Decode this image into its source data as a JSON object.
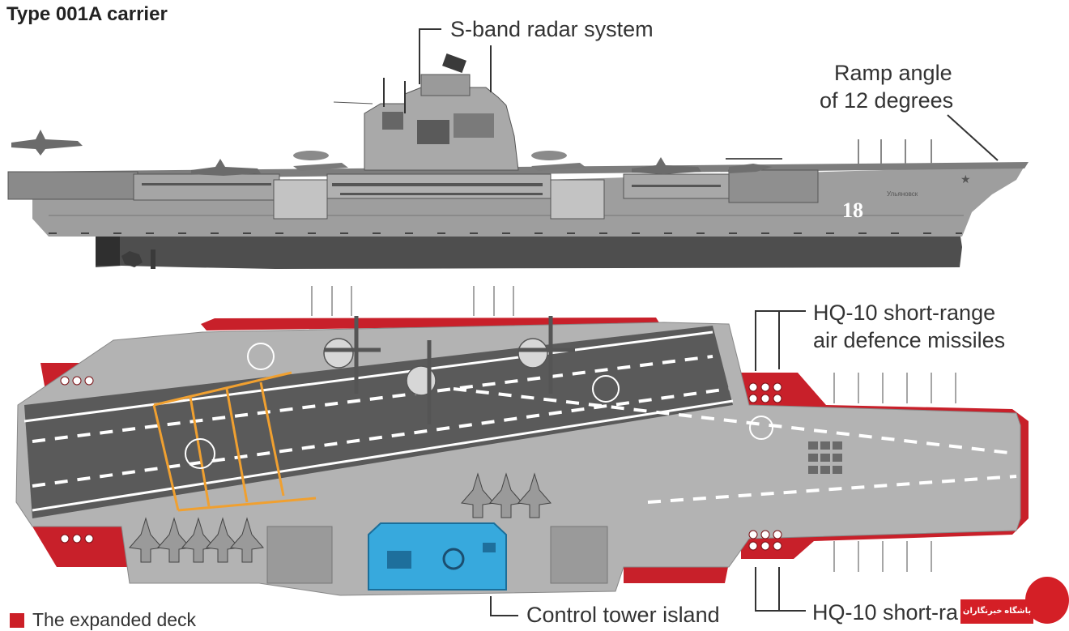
{
  "title": "Type 001A carrier",
  "labels": {
    "radar": "S-band radar system",
    "ramp_line1": "Ramp angle",
    "ramp_line2": "of 12 degrees",
    "hq10_top_line1": "HQ-10 short-range",
    "hq10_top_line2": "air defence missiles",
    "control_tower": "Control tower island",
    "hq10_bottom": "HQ-10 short-ra"
  },
  "hull_number": "18",
  "ship_name": "Ульяновск",
  "legend": {
    "label": "The expanded deck",
    "color": "#cc1f27"
  },
  "watermark": {
    "text": "باشگاه خبرنگاران",
    "color": "#d41f26"
  },
  "colors": {
    "hull": "#9c9c9c",
    "hull_dark": "#4a4a4a",
    "deck": "#b8b8b8",
    "runway": "#5b5b5b",
    "expanded": "#c8202a",
    "island": "#37a9dd",
    "markings": "#f0a030"
  }
}
